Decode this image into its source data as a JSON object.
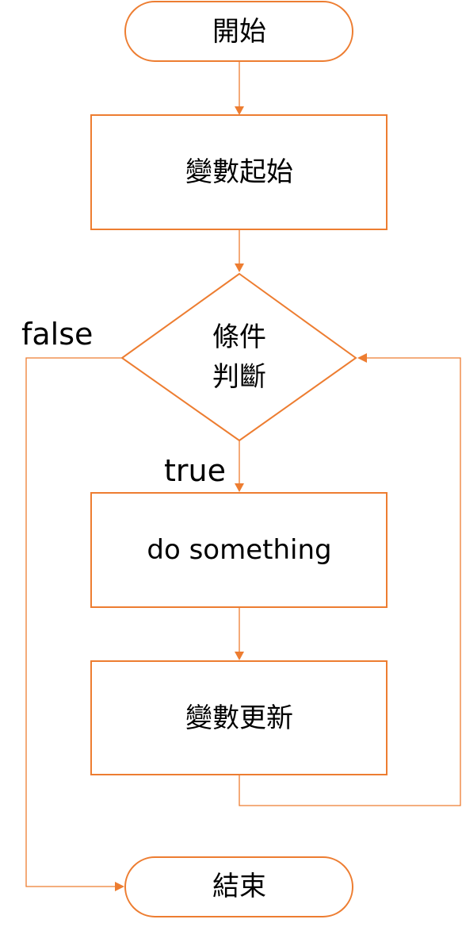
{
  "diagram": {
    "colors": {
      "stroke": "#ED7D31",
      "text": "#000000",
      "background": "#FFFFFF"
    },
    "nodes": {
      "start": {
        "label": "開始"
      },
      "init": {
        "label": "變數起始"
      },
      "condition": {
        "line1": "條件",
        "line2": "判斷"
      },
      "action": {
        "label": "do something"
      },
      "update": {
        "label": "變數更新"
      },
      "end": {
        "label": "結束"
      }
    },
    "edge_labels": {
      "false_label": "false",
      "true_label": "true"
    }
  }
}
